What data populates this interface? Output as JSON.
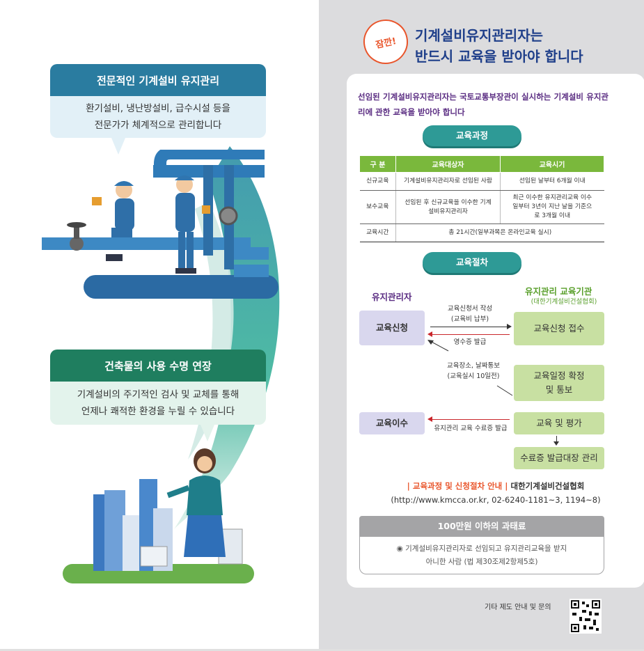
{
  "left": {
    "bubble1": {
      "title": "전문적인 기계설비 유지관리",
      "line1": "환기설비, 냉난방설비, 급수시설 등을",
      "line2": "전문가가 체계적으로 관리합니다"
    },
    "bubble2": {
      "title": "건축물의 사용 수명 연장",
      "line1": "기계설비의 주기적인 검사 및 교체를 통해",
      "line2": "언제나 쾌적한 환경을 누릴 수 있습니다"
    }
  },
  "right": {
    "badge": "잠깐!",
    "title_line1": "기계설비유지관리자는",
    "title_line2": "반드시 교육을 받아야 합니다",
    "intro": "선임된 기계설비유지관리자는 국토교통부장관이 실시하는 기계설비 유지관리에 관한 교육을 받아야 합니다",
    "course_pill": "교육과정",
    "table": {
      "headers": [
        "구 분",
        "교육대상자",
        "교육시기"
      ],
      "rows": [
        {
          "type": "신규교육",
          "target": "기계설비유지관리자로 선임된 사람",
          "time": "선임된 날부터 6개월 이내"
        },
        {
          "type": "보수교육",
          "target": "선임된 후 신규교육을 이수한 기계설비유지관리자",
          "time": "최근 이수한 유지관리교육 이수일부터 3년이 지난 날을 기준으로 3개월 이내"
        }
      ],
      "hours_label": "교육시간",
      "hours_value": "총 21시간(일부과목은 온라인교육 실시)"
    },
    "process_pill": "교육절차",
    "process": {
      "left_head": "유지관리자",
      "right_head": "유지관리 교육기관",
      "right_sub": "(대한기계설비건설협회)",
      "apply": "교육신청",
      "complete": "교육이수",
      "receive": "교육신청 접수",
      "confirm_l1": "교육일정 확정",
      "confirm_l2": "및 통보",
      "eval": "교육 및 평가",
      "manage": "수료증 발급대장 관리",
      "lbl_form_l1": "교육신청서 작성",
      "lbl_form_l2": "(교육비 납부)",
      "lbl_receipt": "영수증 발급",
      "lbl_notice_l1": "교육장소, 날짜통보",
      "lbl_notice_l2": "(교육실시 10일전)",
      "lbl_cert": "유지관리 교육 수료증 발급"
    },
    "contact_label": "| 교육과정 및 신청절차 안내 |",
    "contact_org": "대한기계설비건설협회",
    "contact_detail": "(http://www.kmcca.or.kr, 02-6240-1181~3, 1194~8)",
    "fine_head": "100만원 이하의 과태료",
    "fine_l1": "◉ 기계설비유지관리자로 선임되고 유지관리교육을 받지",
    "fine_l2": "아니한 사람 (법 제30조제2항제5호)",
    "footer": "기타 제도 안내 및 문의"
  }
}
